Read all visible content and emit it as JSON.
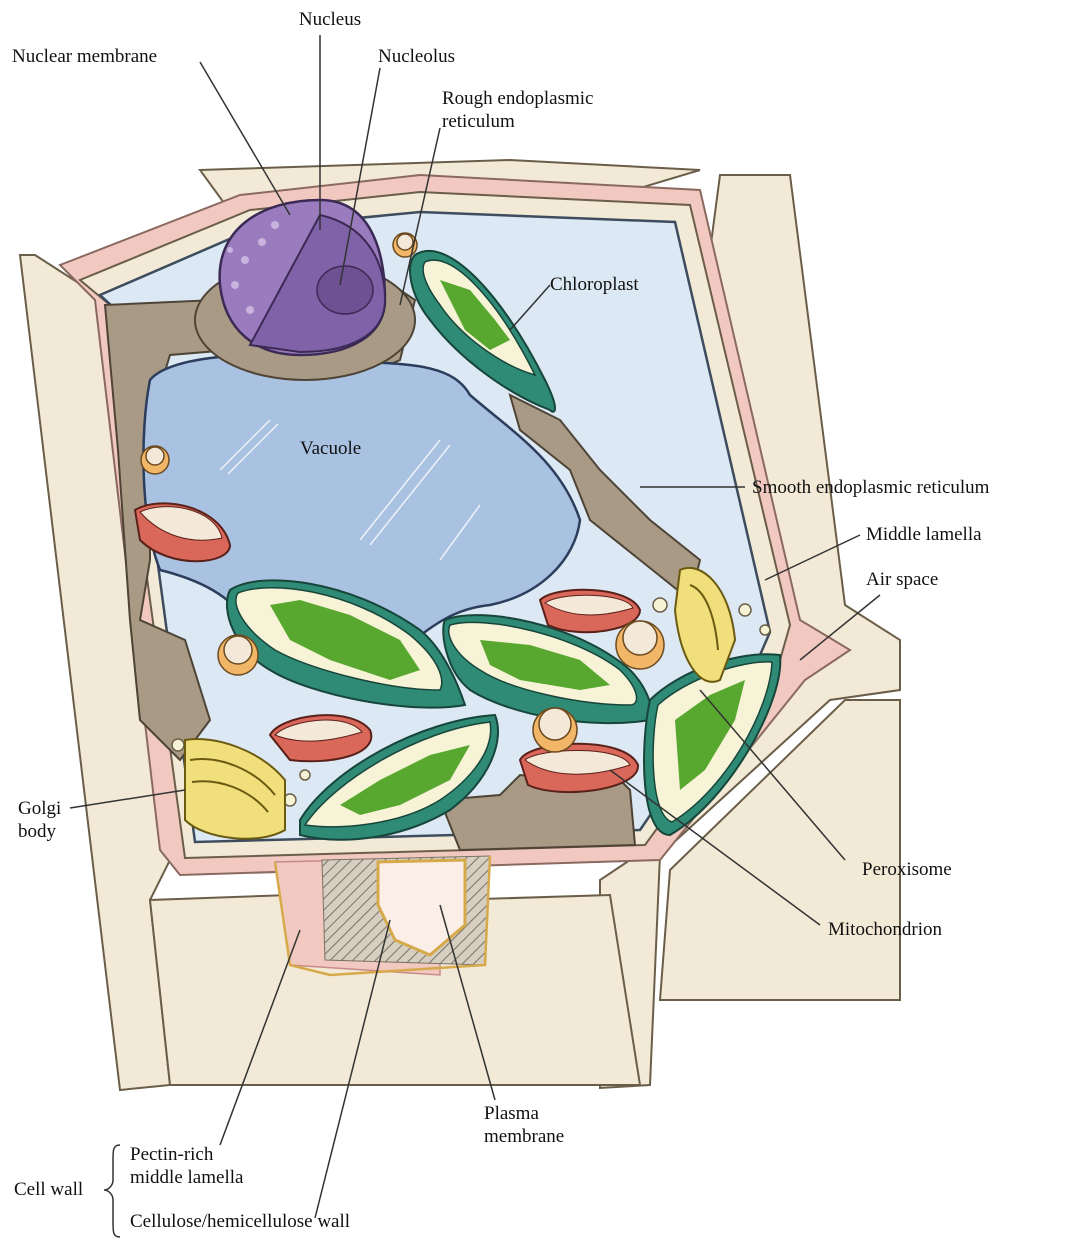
{
  "labels": {
    "nucleus": "Nucleus",
    "nuclear_membrane": "Nuclear membrane",
    "nucleolus": "Nucleolus",
    "rough_er": "Rough endoplasmic\nreticulum",
    "chloroplast": "Chloroplast",
    "vacuole": "Vacuole",
    "smooth_er": "Smooth endoplasmic reticulum",
    "middle_lamella": "Middle lamella",
    "air_space": "Air space",
    "golgi_body": "Golgi\nbody",
    "peroxisome": "Peroxisome",
    "mitochondrion": "Mitochondrion",
    "plasma_membrane": "Plasma\nmembrane",
    "cell_wall": "Cell wall",
    "pectin_rich": "Pectin-rich\nmiddle lamella",
    "cellulose_wall": "Cellulose/hemicellulose wall"
  },
  "colors": {
    "cell_wall": "#f2ead6",
    "middle_lamella": "#f2c9c0",
    "cytoplasm": "#dce8f3",
    "vacuole": "#a9c2e2",
    "nucleus": "#9a7cbe",
    "nucleus_dark": "#6e5193",
    "er": "#a99a86",
    "chloroplast": "#2f8a76",
    "thylakoid": "#58a830",
    "stroma": "#f7f3d6",
    "mitochondrion": "#d9685a",
    "golgi": "#f0df7a",
    "peroxisome": "#f1b668"
  }
}
